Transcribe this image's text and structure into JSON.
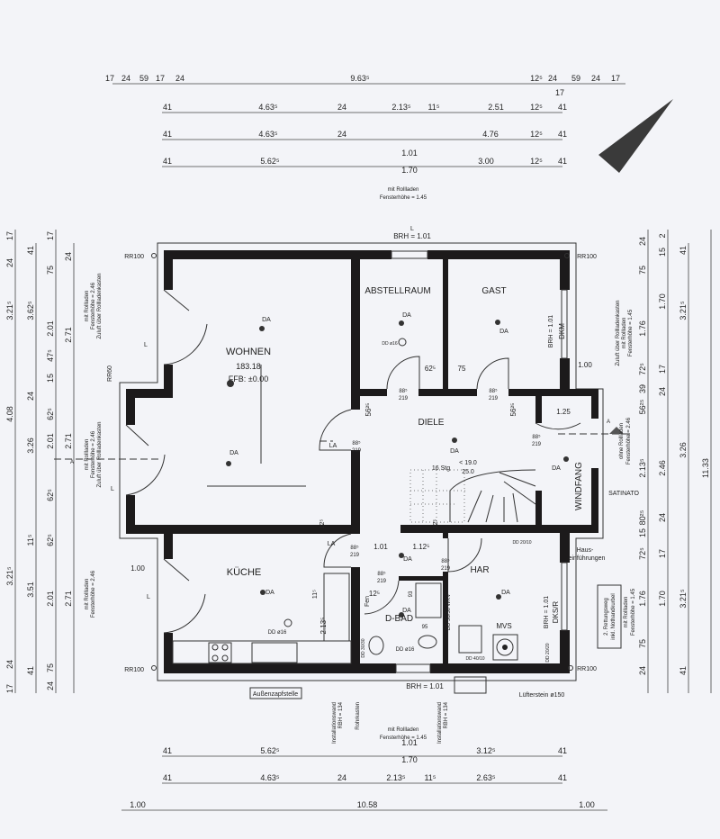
{
  "rooms": {
    "wohnen": {
      "name": "WOHNEN",
      "area": "183.18",
      "ffb": "FFB: ±0.00"
    },
    "abstellraum": {
      "name": "ABSTELLRAUM"
    },
    "gast": {
      "name": "GAST"
    },
    "diele": {
      "name": "DIELE"
    },
    "kueche": {
      "name": "KÜCHE"
    },
    "dbad": {
      "name": "D-BAD"
    },
    "har": {
      "name": "HAR"
    },
    "windfang": {
      "name": "WINDFANG"
    }
  },
  "labels": {
    "da": "DA",
    "rr100": "RR100",
    "rr60": "RR60",
    "brh": "BRH = 1.01",
    "l": "L",
    "la": "LA",
    "door_w": "88⁵",
    "door_h": "219",
    "stairs": "16 Stg",
    "stair_rise": "< 19.0",
    "stair_run": "25.0",
    "dd16": "DD ø16",
    "dd2010": "DD 20/10",
    "dd4010": "DD 40/10",
    "dd2020": "DD 20/20",
    "dd3030": "DD 30/30",
    "wkv": "DD 50/50 WKV",
    "dkm": "DKM",
    "dksr": "DKS/R",
    "satinato": "SATINATO",
    "hauseinf_1": "Haus-",
    "hauseinf_2": "einführungen",
    "mvs": "MVS",
    "fen": "Fen",
    "luefterstein": "Lüfterstein ø150",
    "aussenzapfstelle": "Außenzapfstelle",
    "installationswand": "Installationswand",
    "rbh": "RBH = 134",
    "rohrkasten": "Rohrkasten",
    "mit_rollladen": "mit Rollladen",
    "ohne_rollladen": "ohne Rollladen",
    "fh145": "Fensterhöhe = 1.45",
    "fh246": "Fensterhöhe = 2.46",
    "zuluft": "Zuluft über Rollladenkasten",
    "rettungsweg_1": "2. Rettungsweg",
    "rettungsweg_2": "inkl. Nothandkurbel",
    "section_a": "A",
    "inner_dims": {
      "d625": "62⁵",
      "d75": "75",
      "d5625": "56²⁵",
      "d125": "1.25",
      "d100": "1.00",
      "d101": "1.01",
      "d1125": "1.12⁵",
      "d125s": "12⁵",
      "d115": "11⁵",
      "d2135": "2.13⁵",
      "d93": "93",
      "d95": "95"
    }
  },
  "dimensions": {
    "top": [
      [
        "17",
        "24",
        "59",
        "17",
        "24",
        "9.63⁵",
        "12⁵",
        "24",
        "17",
        "59",
        "24",
        "17"
      ],
      [
        "41",
        "4.63⁵",
        "24",
        "2.13⁵",
        "11⁵",
        "2.51",
        "12⁵",
        "41"
      ],
      [
        "41",
        "4.63⁵",
        "24",
        "4.76",
        "12⁵",
        "41"
      ],
      [
        "41",
        "5.62⁵",
        "1.01",
        "1.70",
        "3.00",
        "12⁵",
        "41"
      ]
    ],
    "bottom": [
      [
        "41",
        "5.62⁵",
        "1.01",
        "1.70",
        "3.12⁵",
        "41"
      ],
      [
        "41",
        "4.63⁵",
        "24",
        "2.13⁵",
        "11⁵",
        "2.63⁵",
        "41"
      ],
      [
        "1.00",
        "10.58",
        "1.00"
      ]
    ],
    "left": [
      [
        "17",
        "24",
        "3.21⁵",
        "4.08",
        "3.21⁵",
        "24",
        "17"
      ],
      [
        "41",
        "3.62⁵",
        "24",
        "3.26",
        "11⁵",
        "3.51",
        "41"
      ],
      [
        "17",
        "75",
        "2.01",
        "47⁵",
        "15",
        "62⁵",
        "2.01",
        "62⁵",
        "62⁵",
        "2.01",
        "75",
        "24"
      ],
      [
        "24",
        "2.71",
        "2.71",
        "2.71"
      ]
    ],
    "right": [
      [
        "24",
        "75",
        "1.76",
        "72⁵",
        "39",
        "56²⁵",
        "2.13⁵",
        "80²⁵",
        "15",
        "72⁵",
        "1.76",
        "75",
        "24"
      ],
      [
        "2",
        "15",
        "1.70",
        "17",
        "24",
        "2.46",
        "24",
        "17",
        "1.70"
      ],
      [
        "41",
        "3.21⁵",
        "3.26",
        "3.21⁵",
        "41"
      ],
      [
        "11.33"
      ]
    ]
  }
}
